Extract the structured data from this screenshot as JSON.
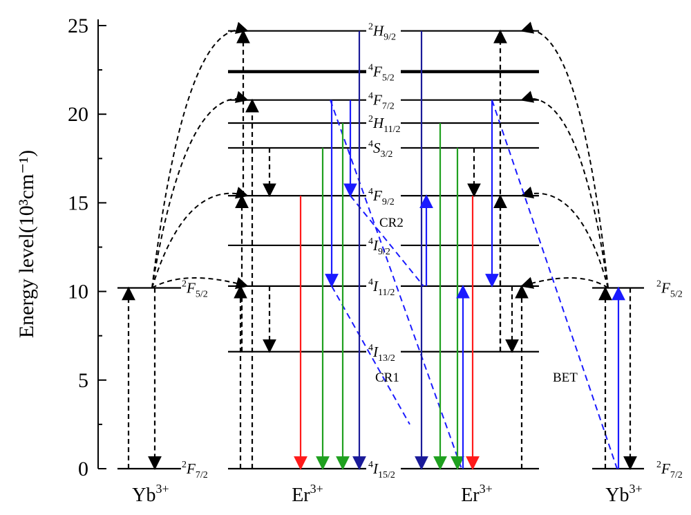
{
  "axis": {
    "ylabel": "Energy level(10³cm⁻¹)",
    "ylim": [
      0,
      25
    ],
    "ticks": [
      "0",
      "5",
      "10",
      "15",
      "20",
      "25"
    ]
  },
  "ions": [
    {
      "label": "Yb",
      "sup": "3+"
    },
    {
      "label": "Er",
      "sup": "3+"
    },
    {
      "label": "Er",
      "sup": "3+"
    },
    {
      "label": "Yb",
      "sup": "3+"
    }
  ],
  "yb_levels": [
    {
      "pre": "2",
      "main": "F",
      "sub": "5/2",
      "energy": 10.2
    },
    {
      "pre": "2",
      "main": "F",
      "sub": "7/2",
      "energy": 0
    }
  ],
  "er_levels": [
    {
      "pre": "2",
      "main": "H",
      "sub": "9/2",
      "energy": 24.7,
      "thick": false
    },
    {
      "pre": "4",
      "main": "F",
      "sub": "5/2",
      "energy": 22.4,
      "thick": true
    },
    {
      "pre": "4",
      "main": "F",
      "sub": "7/2",
      "energy": 20.8,
      "thick": false
    },
    {
      "pre": "2",
      "main": "H",
      "sub": "11/2",
      "energy": 19.5,
      "thick": false
    },
    {
      "pre": "4",
      "main": "S",
      "sub": "3/2",
      "energy": 18.1,
      "thick": false
    },
    {
      "pre": "4",
      "main": "F",
      "sub": "9/2",
      "energy": 15.4,
      "thick": false
    },
    {
      "pre": "4",
      "main": "I",
      "sub": "9/2",
      "energy": 12.6,
      "thick": false
    },
    {
      "pre": "4",
      "main": "I",
      "sub": "11/2",
      "energy": 10.3,
      "thick": false
    },
    {
      "pre": "4",
      "main": "I",
      "sub": "13/2",
      "energy": 6.6,
      "thick": false
    },
    {
      "pre": "4",
      "main": "I",
      "sub": "15/2",
      "energy": 0,
      "thick": false
    }
  ],
  "annotations": [
    "CR1",
    "CR2",
    "BET"
  ],
  "colors": {
    "red": "#ff1a1a",
    "green": "#1fa01f",
    "blue": "#1a1aff",
    "navy": "#1a1a99",
    "black": "#000000"
  },
  "transitions": [
    {
      "from": 0,
      "to": 10.2,
      "group": "yb-left",
      "style": "dashed",
      "color": "black"
    },
    {
      "from": 10.2,
      "to": 0,
      "group": "yb-left",
      "style": "dashed",
      "color": "black"
    },
    {
      "from": 0,
      "to": 10.3,
      "group": "er-left",
      "style": "dashed",
      "color": "black"
    },
    {
      "from": 0,
      "to": 20.8,
      "group": "er-left",
      "style": "dashed",
      "color": "black"
    },
    {
      "from": 10.3,
      "to": 6.6,
      "group": "er-left",
      "style": "dashed",
      "color": "black"
    },
    {
      "from": 6.6,
      "to": 15.4,
      "group": "er-left",
      "style": "dashed",
      "color": "black"
    },
    {
      "from": 15.4,
      "to": 24.7,
      "group": "er-left",
      "style": "dashed",
      "color": "black"
    },
    {
      "from": 18.1,
      "to": 15.4,
      "group": "er-left",
      "style": "dashed",
      "color": "black"
    },
    {
      "from": 15.4,
      "to": 0,
      "group": "er-left",
      "style": "solid",
      "color": "red"
    },
    {
      "from": 18.1,
      "to": 0,
      "group": "er-left",
      "style": "solid",
      "color": "green"
    },
    {
      "from": 19.5,
      "to": 0,
      "group": "er-left",
      "style": "solid",
      "color": "green"
    },
    {
      "from": 24.7,
      "to": 0,
      "group": "er-left",
      "style": "solid",
      "color": "navy"
    },
    {
      "from": 20.8,
      "to": 10.3,
      "group": "er-left",
      "style": "solid",
      "color": "blue"
    },
    {
      "from": 20.8,
      "to": 15.4,
      "group": "er-left",
      "style": "solid",
      "color": "blue"
    },
    {
      "from": 24.7,
      "to": 0,
      "group": "er-right",
      "style": "solid",
      "color": "navy"
    },
    {
      "from": 19.5,
      "to": 0,
      "group": "er-right",
      "style": "solid",
      "color": "green"
    },
    {
      "from": 18.1,
      "to": 0,
      "group": "er-right",
      "style": "solid",
      "color": "green"
    },
    {
      "from": 0,
      "to": 10.3,
      "group": "er-right",
      "style": "solid",
      "color": "blue"
    },
    {
      "from": 15.4,
      "to": 0,
      "group": "er-right",
      "style": "solid",
      "color": "red"
    },
    {
      "from": 10.3,
      "to": 15.4,
      "group": "er-right",
      "style": "solid",
      "color": "blue"
    },
    {
      "from": 20.8,
      "to": 10.3,
      "group": "er-right",
      "style": "solid",
      "color": "blue"
    },
    {
      "from": 18.1,
      "to": 15.4,
      "group": "er-right",
      "style": "dashed",
      "color": "black"
    },
    {
      "from": 6.6,
      "to": 15.4,
      "group": "er-right",
      "style": "dashed",
      "color": "black"
    },
    {
      "from": 6.6,
      "to": 24.7,
      "group": "er-right",
      "style": "dashed",
      "color": "black"
    },
    {
      "from": 10.3,
      "to": 6.6,
      "group": "er-right",
      "style": "dashed",
      "color": "black"
    },
    {
      "from": 0,
      "to": 10.3,
      "group": "er-right",
      "style": "dashed",
      "color": "black"
    },
    {
      "from": 0,
      "to": 10.2,
      "group": "yb-right",
      "style": "dashed",
      "color": "black"
    },
    {
      "from": 10.2,
      "to": 0,
      "group": "yb-right",
      "style": "dashed",
      "color": "black"
    },
    {
      "from": 0,
      "to": 10.2,
      "group": "yb-right",
      "style": "solid",
      "color": "blue"
    }
  ],
  "energy_transfers": [
    {
      "from_group": "yb-left",
      "to_group": "er-left",
      "target": 10.3
    },
    {
      "from_group": "yb-left",
      "to_group": "er-left",
      "target": 15.4
    },
    {
      "from_group": "yb-left",
      "to_group": "er-left",
      "target": 20.8
    },
    {
      "from_group": "yb-left",
      "to_group": "er-left",
      "target": 24.7
    },
    {
      "from_group": "yb-right",
      "to_group": "er-right",
      "target": 10.3
    },
    {
      "from_group": "yb-right",
      "to_group": "er-right",
      "target": 15.4
    },
    {
      "from_group": "yb-right",
      "to_group": "er-right",
      "target": 20.8
    },
    {
      "from_group": "yb-right",
      "to_group": "er-right",
      "target": 24.7
    }
  ]
}
